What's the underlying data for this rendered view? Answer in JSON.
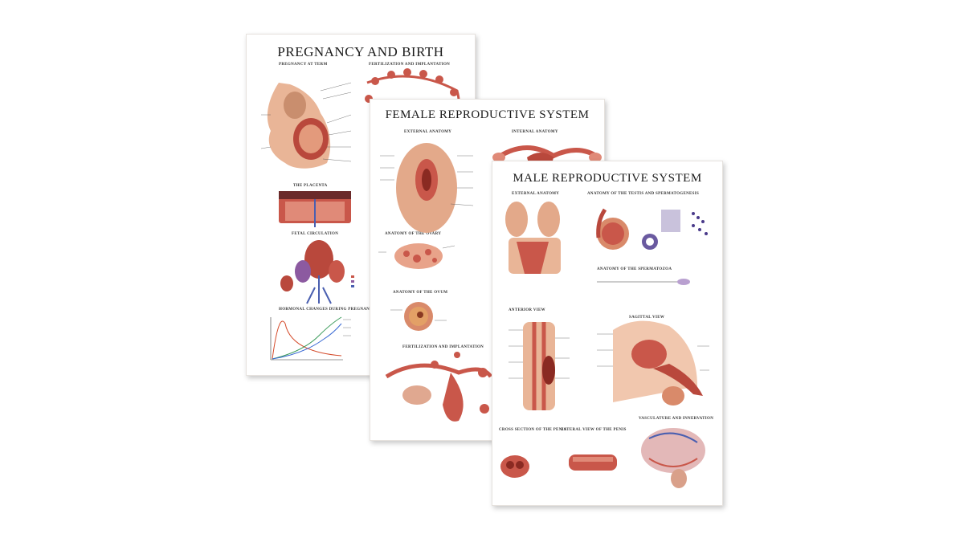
{
  "posters": {
    "pregnancy": {
      "title": "PREGNANCY AND BIRTH",
      "sections": [
        "PREGNANCY AT TERM",
        "FERTILIZATION AND IMPLANTATION",
        "THE PLACENTA",
        "FETAL CIRCULATION",
        "HORMONAL CHANGES DURING PREGNANCY"
      ]
    },
    "female": {
      "title": "FEMALE REPRODUCTIVE SYSTEM",
      "sections": [
        "EXTERNAL ANATOMY",
        "INTERNAL ANATOMY",
        "ANATOMY OF THE OVARY",
        "ANATOMY OF THE OVUM",
        "FERTILIZATION AND IMPLANTATION"
      ]
    },
    "male": {
      "title": "MALE REPRODUCTIVE SYSTEM",
      "sections": [
        "EXTERNAL ANATOMY",
        "ANATOMY OF THE TESTIS AND SPERMATOGENESIS",
        "ANATOMY OF THE SPERMATOZOA",
        "ANTERIOR VIEW",
        "SAGITTAL VIEW",
        "CROSS SECTION OF THE PENIS",
        "LATERAL VIEW OF THE PENIS",
        "VASCULATURE AND INNERVATION"
      ]
    }
  },
  "colors": {
    "tissue": "#c9574a",
    "skin": "#e9b597",
    "dark": "#8a2a22",
    "vessel_blue": "#4a5fb0",
    "bg": "#ffffff"
  }
}
